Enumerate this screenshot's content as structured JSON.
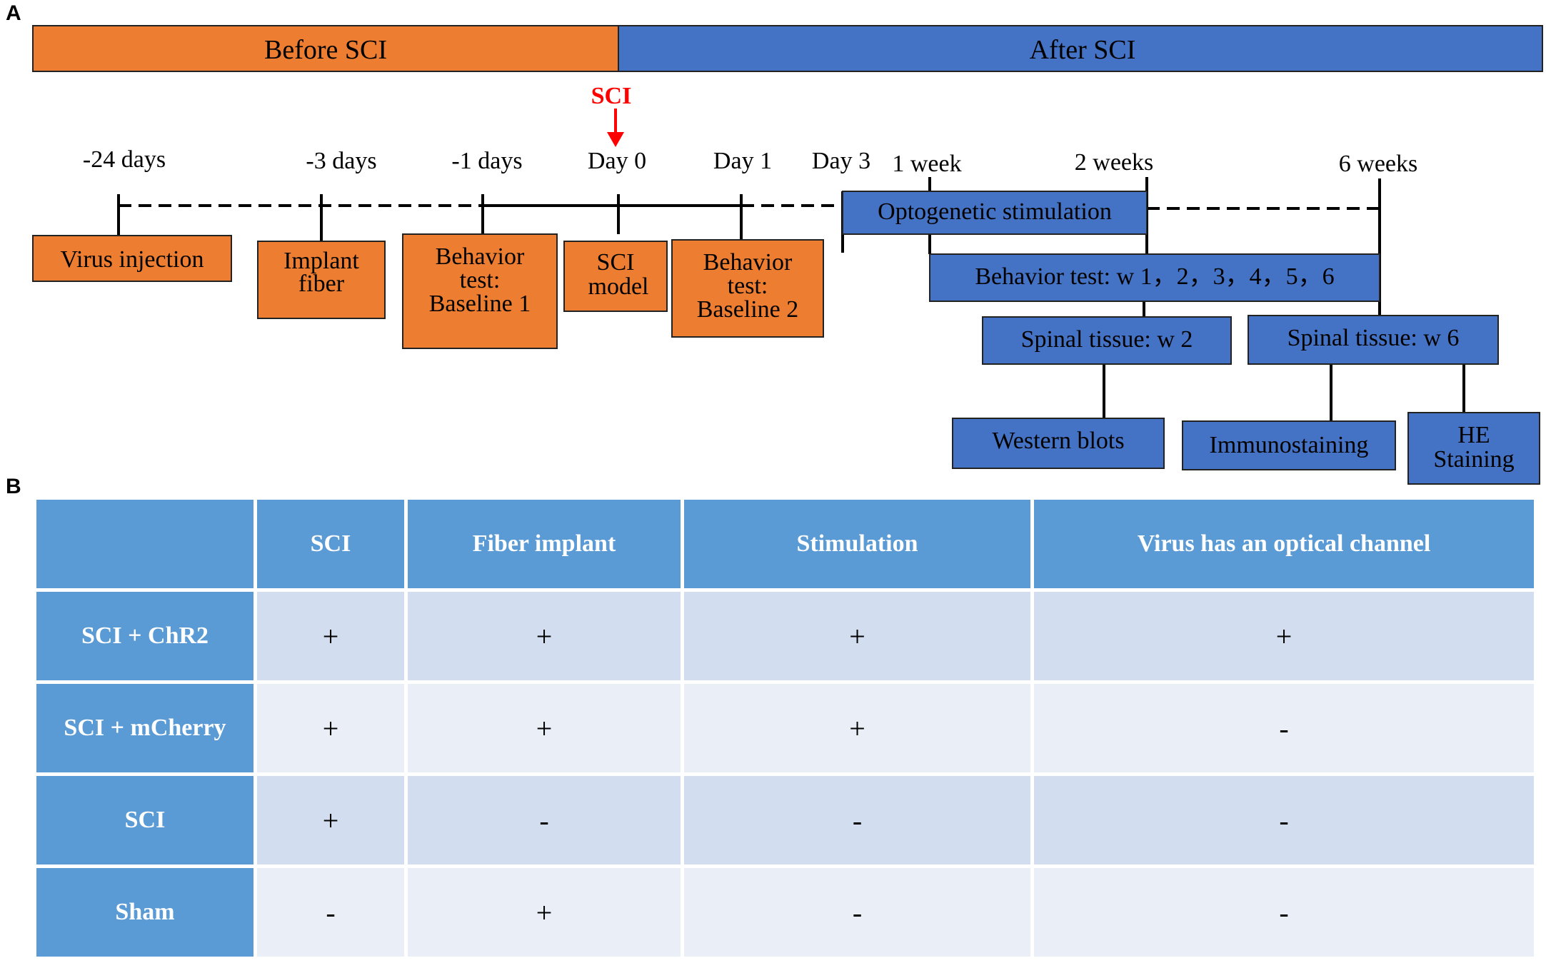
{
  "panels": {
    "a": "A",
    "b": "B"
  },
  "phase_bar": {
    "before": "Before SCI",
    "after": "After SCI"
  },
  "colors": {
    "orange": "#ed7d31",
    "blue": "#4472c4",
    "table_header": "#5b9bd5",
    "table_row_dark": "#d2deef",
    "table_row_light": "#eaeff7",
    "event": "#ff0000"
  },
  "event_marker": "SCI",
  "timepoints": [
    "-24 days",
    "-3 days",
    "-1 days",
    "Day 0",
    "Day 1",
    "Day 3",
    "1 week",
    "2 weeks",
    "6 weeks"
  ],
  "boxes": {
    "virus_injection": "Virus injection",
    "implant_fiber": [
      "Implant",
      "fiber"
    ],
    "baseline1": [
      "Behavior",
      "test:",
      "Baseline 1"
    ],
    "sci_model": [
      "SCI",
      "model"
    ],
    "baseline2": [
      "Behavior",
      "test:",
      "Baseline 2"
    ],
    "optogenetic": "Optogenetic stimulation",
    "behavior_weeks": "Behavior test: w 1，2，3，4，5，6",
    "spinal_w2": "Spinal tissue: w 2",
    "spinal_w6": "Spinal tissue: w 6",
    "western": "Western blots",
    "immuno": "Immunostaining",
    "he": [
      "HE",
      "Staining"
    ]
  },
  "table": {
    "columns": [
      "",
      "SCI",
      "Fiber implant",
      "Stimulation",
      "Virus has an optical channel"
    ],
    "rows": [
      {
        "group": "SCI + ChR2",
        "values": [
          "+",
          "+",
          "+",
          "+"
        ]
      },
      {
        "group": "SCI + mCherry",
        "values": [
          "+",
          "+",
          "+",
          "-"
        ]
      },
      {
        "group": "SCI",
        "values": [
          "+",
          "-",
          "-",
          "-"
        ]
      },
      {
        "group": "Sham",
        "values": [
          "-",
          "+",
          "-",
          "-"
        ]
      }
    ]
  }
}
